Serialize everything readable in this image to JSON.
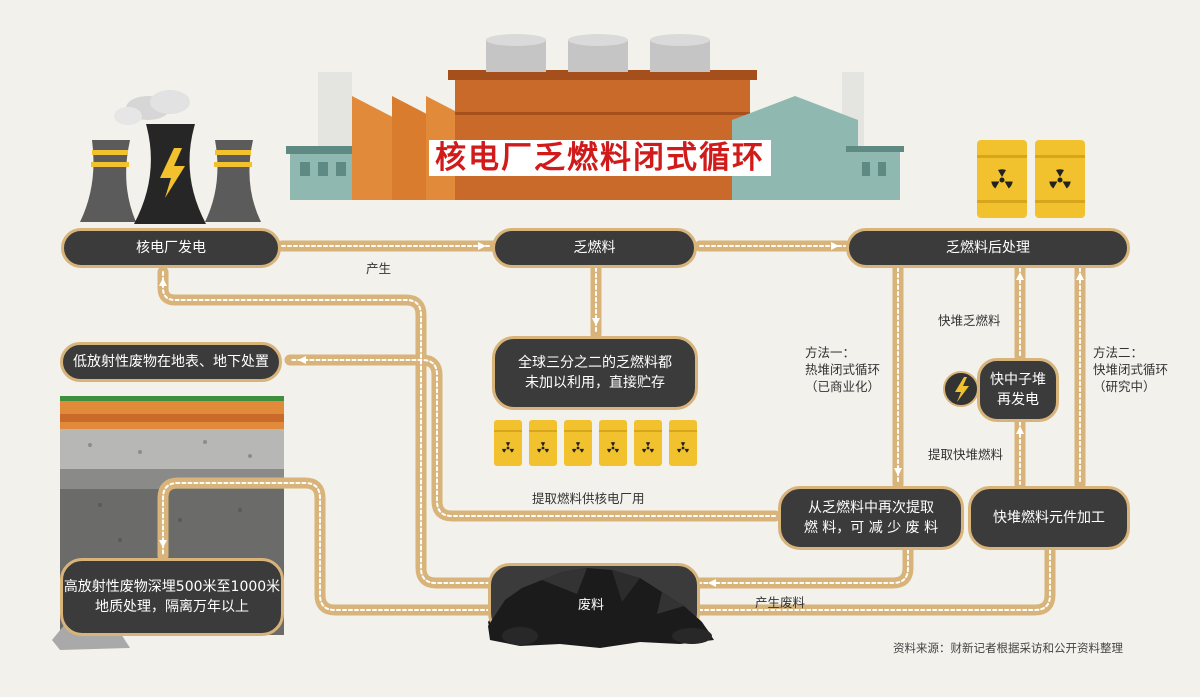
{
  "title": "核电厂乏燃料闭式循环",
  "nodes": {
    "power_plant": "核电厂发电",
    "spent_fuel": "乏燃料",
    "reprocessing": "乏燃料后处理",
    "storage_line1": "全球三分之二的乏燃料都",
    "storage_line2": "未加以利用，直接贮存",
    "low_level_disposal": "低放射性废物在地表、地下处置",
    "high_level_line1": "高放射性废物深埋500米至1000米",
    "high_level_line2": "地质处理，隔离万年以上",
    "extract_line1": "从乏燃料中再次提取",
    "extract_line2": "燃 料，可 减 少 废 料",
    "fast_reactor_line1": "快中子堆",
    "fast_reactor_line2": "再发电",
    "fast_fuel_processing": "快堆燃料元件加工",
    "waste": "废料"
  },
  "labels": {
    "produce": "产生",
    "fast_spent_fuel": "快堆乏燃料",
    "method1_line1": "方法一：",
    "method1_line2": "热堆闭式循环",
    "method1_line3": "（已商业化）",
    "method2_line1": "方法二：",
    "method2_line2": "快堆闭式循环",
    "method2_line3": "（研究中）",
    "extract_fast_fuel": "提取快堆燃料",
    "extract_for_plant": "提取燃料供核电厂用",
    "produce_waste": "产生废料",
    "source": "资料来源：财新记者根据采访和公开资料整理"
  },
  "colors": {
    "node_fill": "#3b3b3b",
    "node_border": "#d8b47a",
    "pipe": "#d8b47a",
    "title_red": "#d11a1a",
    "barrel_yellow": "#f2c12e",
    "factory_orange": "#c9692a",
    "building_teal": "#8fb8b0"
  },
  "icons": {
    "lightning": "lightning-bolt-icon",
    "radiation": "radiation-icon"
  }
}
